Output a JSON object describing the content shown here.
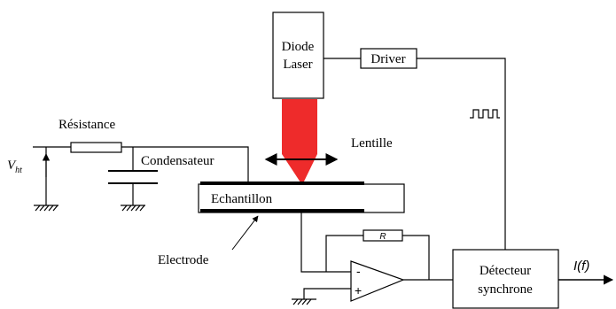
{
  "labels": {
    "diode_line1": "Diode",
    "diode_line2": "Laser",
    "driver": "Driver",
    "resistance": "Résistance",
    "condensateur": "Condensateur",
    "lentille": "Lentille",
    "echantillon": "Echantillon",
    "electrode": "Electrode",
    "vht_main": "V",
    "vht_sub": "ht",
    "r": "R",
    "minus": "-",
    "plus": "+",
    "detecteur_line1": "Détecteur",
    "detecteur_line2": "synchrone",
    "output": "I(f)"
  },
  "colors": {
    "laser_beam": "#ee2b2b",
    "wire": "#000000",
    "electrode_plate": "#000000"
  },
  "icons": {
    "square_wave": "square-wave-icon",
    "ground": "ground-icon",
    "lens": "double-arrow-lens-icon",
    "pointer": "pointer-arrow-icon",
    "output_arrow": "output-arrow-icon"
  }
}
